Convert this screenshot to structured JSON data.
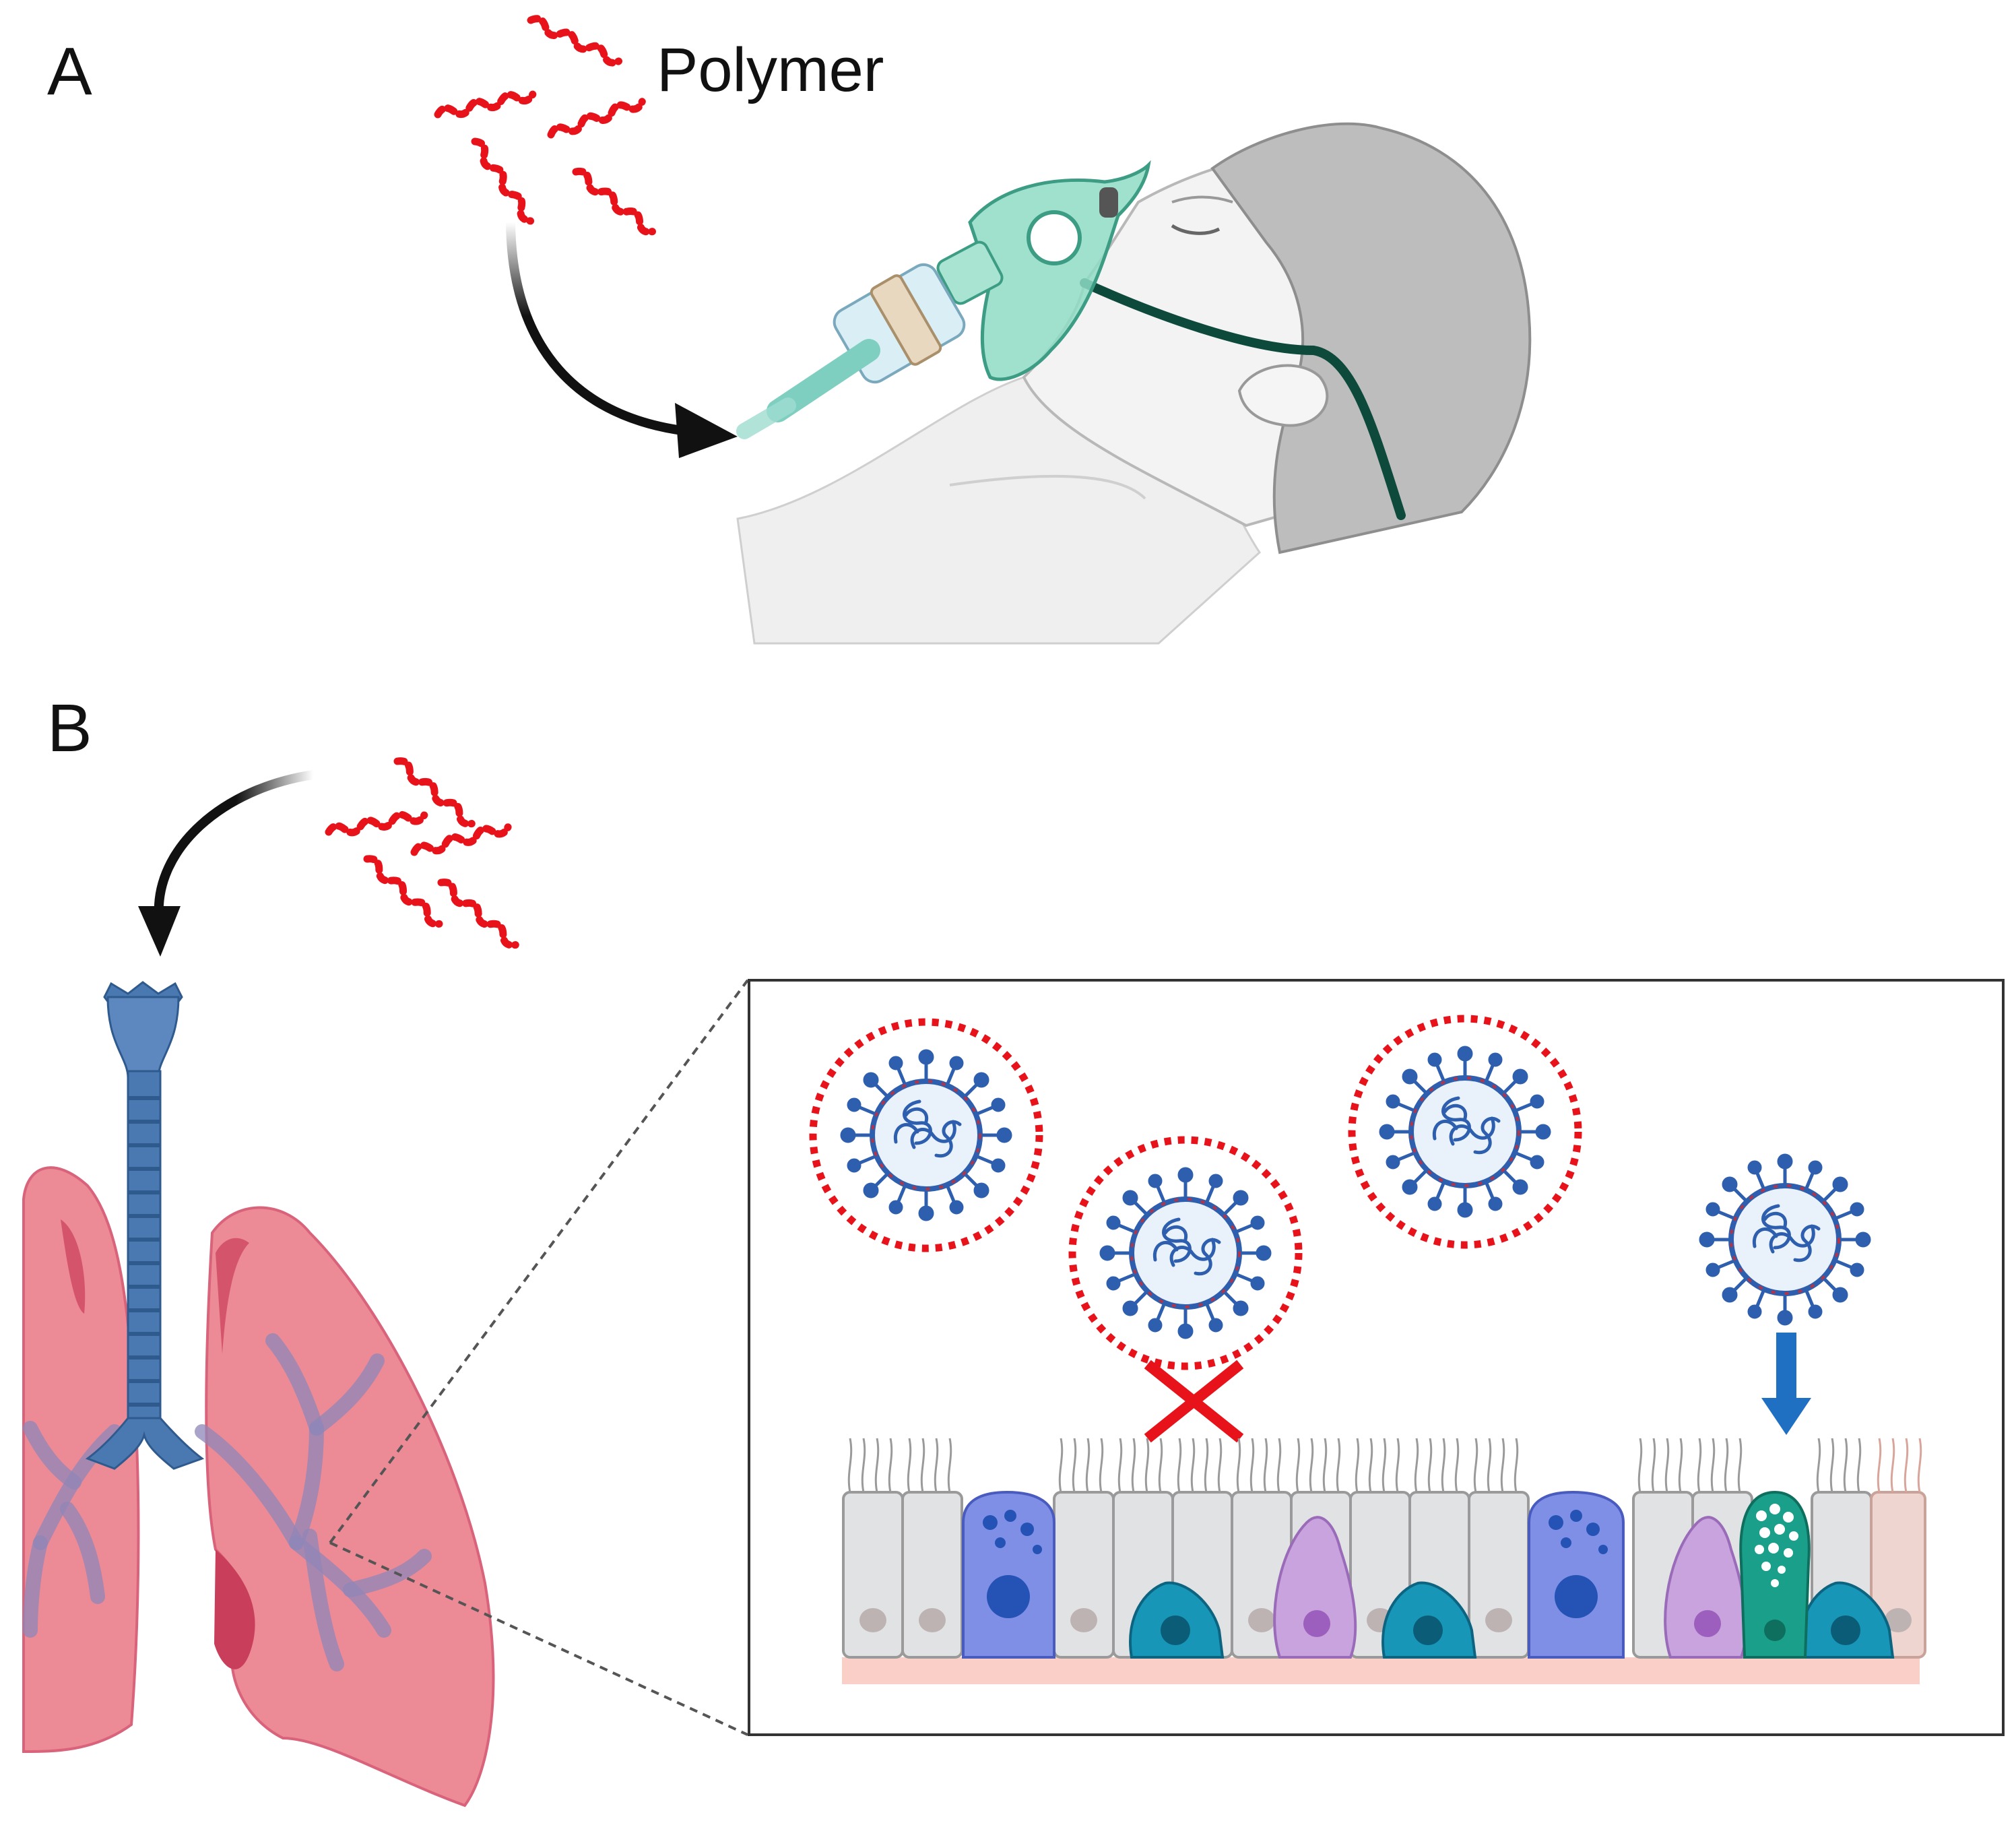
{
  "panel_a": {
    "letter": "A",
    "polymer_label": "Polymer",
    "icons": {
      "polymer_chains": "polymer-chain-icon",
      "patient": "patient-icon",
      "mask": "nebulizer-mask-icon",
      "arrow": "curved-arrow-icon"
    }
  },
  "panel_b": {
    "letter": "B",
    "icons": {
      "lungs": "lungs-icon",
      "trachea": "trachea-icon",
      "virus_coated": "coated-virus-icon",
      "virus_free": "virus-icon",
      "blocked": "x-mark-icon",
      "entry": "down-arrow-icon",
      "epithelium": "epithelial-cells-icon"
    }
  },
  "colors": {
    "polymer_red": "#e8121a",
    "virus_blue": "#2e5fae",
    "lung_pink": "#ec8a96",
    "trachea_blue": "#4a78b0",
    "mask_green": "#7fd1b9",
    "arrow_blue": "#1f6fc2",
    "goblet_teal": "#1aa08a",
    "basal_cyan": "#1796b8",
    "club_purple": "#b98bd1",
    "tuft_blue": "#7f8fe6"
  }
}
